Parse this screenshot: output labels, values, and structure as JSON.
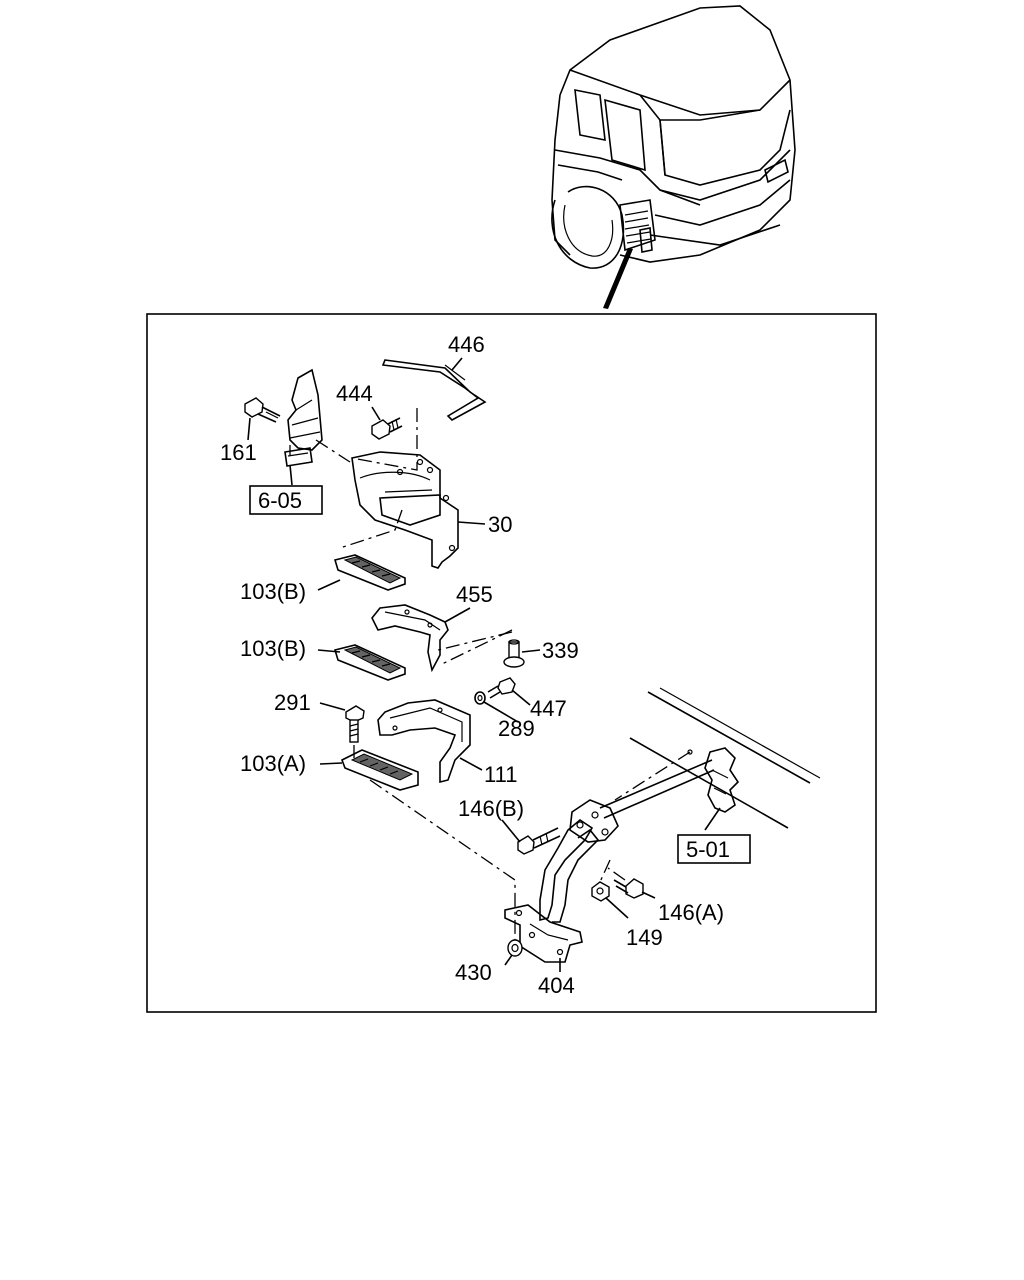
{
  "diagram": {
    "callouts": [
      {
        "id": "p446",
        "text": "446"
      },
      {
        "id": "p444",
        "text": "444"
      },
      {
        "id": "p161",
        "text": "161"
      },
      {
        "id": "p30",
        "text": "30"
      },
      {
        "id": "p103b1",
        "text": "103(B)"
      },
      {
        "id": "p455",
        "text": "455"
      },
      {
        "id": "p103b2",
        "text": "103(B)"
      },
      {
        "id": "p339",
        "text": "339"
      },
      {
        "id": "p291",
        "text": "291"
      },
      {
        "id": "p447",
        "text": "447"
      },
      {
        "id": "p289",
        "text": "289"
      },
      {
        "id": "p103a",
        "text": "103(A)"
      },
      {
        "id": "p111",
        "text": "111"
      },
      {
        "id": "p146b",
        "text": "146(B)"
      },
      {
        "id": "p146a",
        "text": "146(A)"
      },
      {
        "id": "p149",
        "text": "149"
      },
      {
        "id": "p430",
        "text": "430"
      },
      {
        "id": "p404",
        "text": "404"
      }
    ],
    "references": [
      {
        "id": "r605",
        "text": "6-05"
      },
      {
        "id": "r501",
        "text": "5-01"
      }
    ]
  }
}
